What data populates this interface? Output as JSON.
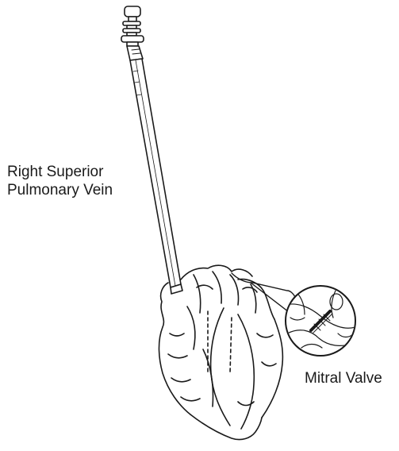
{
  "labels": {
    "right_superior_line1": "Right Superior",
    "right_superior_line2": "Pulmonary Vein",
    "mitral_valve": "Mitral Valve"
  },
  "colors": {
    "ink": "#1a1a1a",
    "background": "#ffffff"
  }
}
